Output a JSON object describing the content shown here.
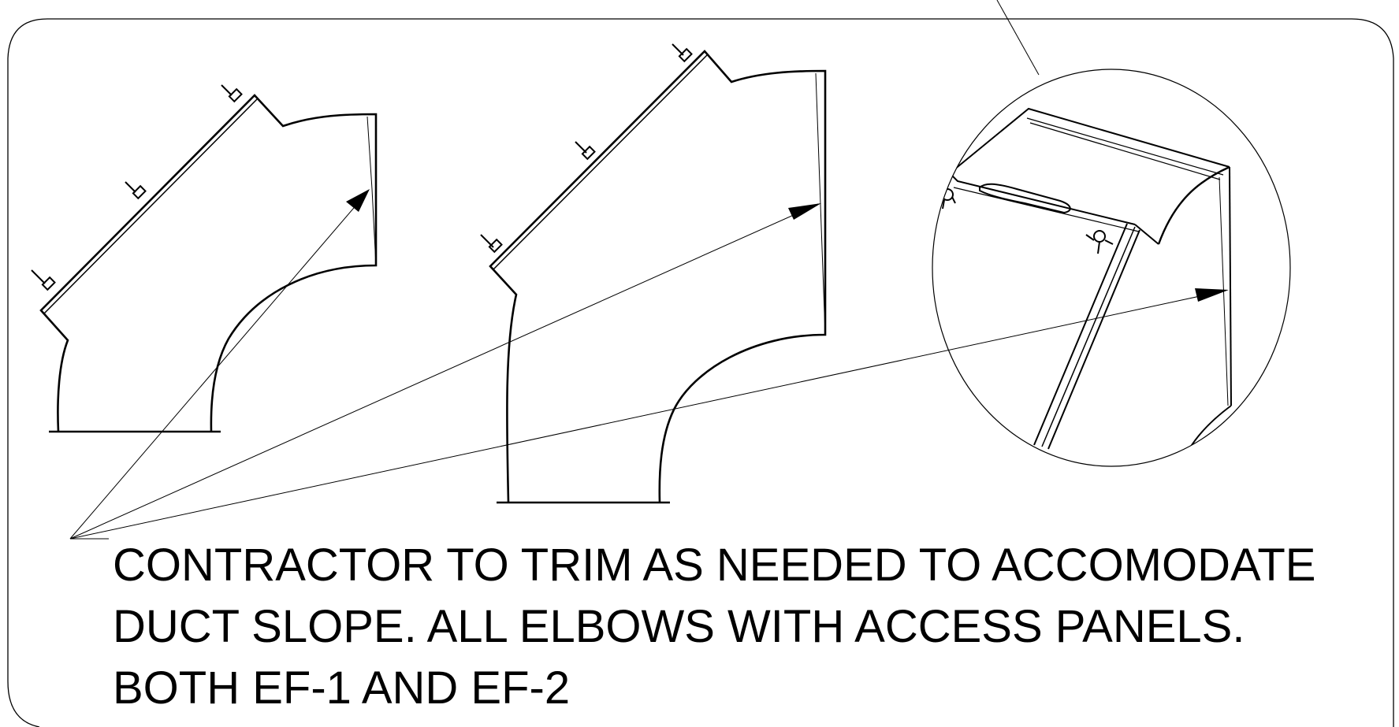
{
  "note": {
    "lines": [
      "CONTRACTOR TO TRIM AS NEEDED TO ACCOMODATE",
      "DUCT SLOPE. ALL ELBOWS WITH ACCESS PANELS.",
      "BOTH EF-1 AND EF-2"
    ]
  },
  "colors": {
    "line": "#000000",
    "background": "#ffffff"
  }
}
